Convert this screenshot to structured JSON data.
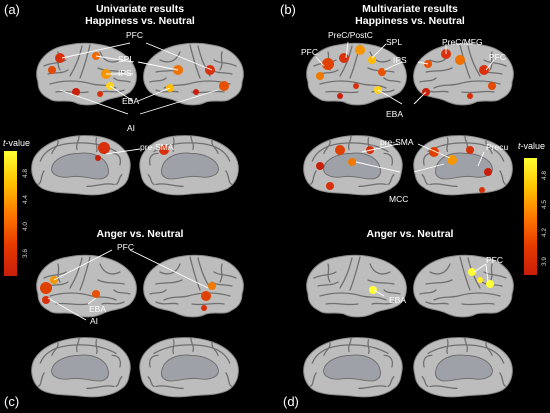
{
  "panels": {
    "a": {
      "label": "(a)",
      "title_line1": "Univariate results",
      "title_line2": "Happiness vs. Neutral",
      "regions": [
        "PFC",
        "SPL",
        "IPS",
        "EBA",
        "AI",
        "pre-SMA"
      ]
    },
    "b": {
      "label": "(b)",
      "title_line1": "Multivariate results",
      "title_line2": "Happiness vs. Neutral",
      "regions": [
        "PreC/PostC",
        "PFC",
        "SPL",
        "PreC/MFG",
        "PFC",
        "IPS",
        "EBA",
        "pre-SMA",
        "Precu",
        "MCC"
      ]
    },
    "c": {
      "label": "(c)",
      "title_line1": "Anger vs. Neutral",
      "regions": [
        "PFC",
        "EBA",
        "AI"
      ]
    },
    "d": {
      "label": "(d)",
      "title_line1": "Anger vs. Neutral",
      "regions": [
        "PFC",
        "EBA"
      ]
    }
  },
  "colorbars": {
    "left": {
      "title_prefix": "t",
      "title_suffix": "-value",
      "ticks": [
        "4.8",
        "4.4",
        "4.0",
        "3.6"
      ]
    },
    "right": {
      "title_prefix": "t",
      "title_suffix": "-value",
      "ticks": [
        "4.8",
        "4.5",
        "4.2",
        "3.9"
      ]
    }
  },
  "colors": {
    "background": "#000000",
    "brain": "#bdbdbd",
    "sulcus": "#6f6f6f",
    "low": "#c81e0a",
    "high": "#ffff33"
  }
}
